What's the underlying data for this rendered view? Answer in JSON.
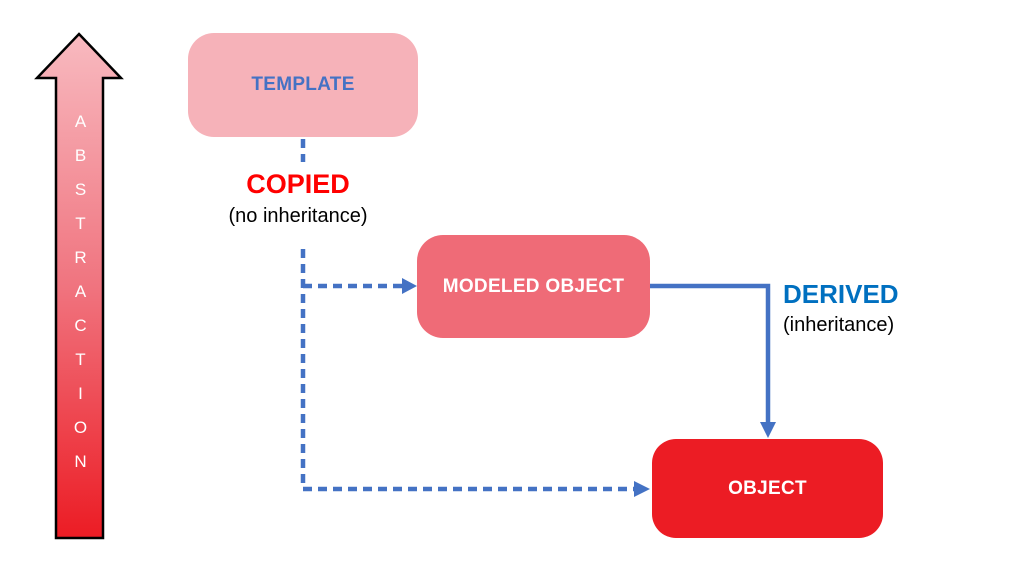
{
  "diagram": {
    "abstraction_axis": {
      "label": "ABSTRACTION"
    },
    "nodes": {
      "template": {
        "label": "TEMPLATE"
      },
      "modeled_object": {
        "label": "MODELED OBJECT"
      },
      "object": {
        "label": "OBJECT"
      }
    },
    "annotations": {
      "copied": {
        "title": "COPIED",
        "note": "(no inheritance)"
      },
      "derived": {
        "title": "DERIVED",
        "note": "(inheritance)"
      }
    },
    "relations": {
      "template_to_modeled_object": "copied (no inheritance), dashed arrow",
      "template_to_object": "copied (no inheritance), dashed arrow",
      "modeled_object_to_object": "derived (inheritance), solid arrow"
    }
  },
  "colors": {
    "canvas_bg": "#FFFFFF",
    "template_fill": "#F6B2B9",
    "template_text": "#4472C4",
    "modeled_object_fill": "#EF6B77",
    "object_fill": "#EC1C24",
    "node_text": "#FFFFFF",
    "connector_blue": "#4472C4",
    "copied_text": "#FF0000",
    "derived_text": "#0070C0",
    "note_text": "#000000",
    "abstraction_text": "#FFFFFF",
    "arrow_outline": "#000000",
    "arrow_gradient_top": "#F8BAC0",
    "arrow_gradient_mid": "#F0747F",
    "arrow_gradient_bottom": "#EC1C24"
  }
}
